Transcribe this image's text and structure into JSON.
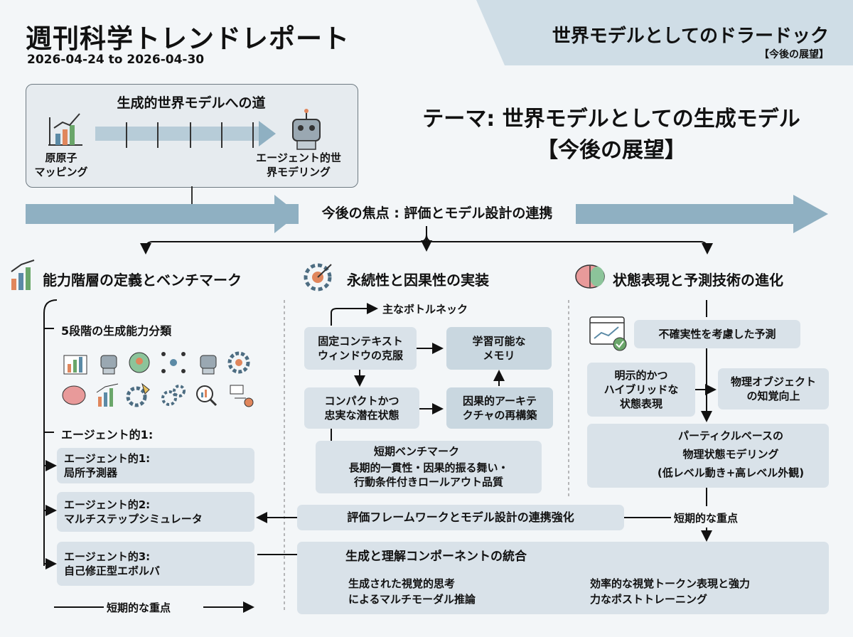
{
  "header": {
    "title": "週刊科学トレンドレポート",
    "date_range": "2026-04-24 to 2026-04-30",
    "corner_title": "世界モデルとしてのドラードック",
    "corner_subtitle": "【今後の展望】"
  },
  "roadmap": {
    "title": "生成的世界モデルへの道",
    "start_label": "原原子\nマッピング",
    "end_label": "エージェント的世\n界モデリング"
  },
  "theme": {
    "line1": "テーマ: 世界モデルとしての生成モデル",
    "line2": "【今後の展望】"
  },
  "focus": "今後の焦点 : 評価とモデル設計の連携",
  "col1": {
    "heading": "能力階層の定義とベンチマーク",
    "classification": "5段階の生成能力分類",
    "agentic_label": "エージェント的1:",
    "levels": [
      "エージェント的1:\n局所予測器",
      "エージェント的2:\nマルチステップシミュレータ",
      "エージェント的3:\n自己修正型エボルバ"
    ],
    "short_term": "短期的な重点"
  },
  "col2": {
    "heading": "永続性と因果性の実装",
    "bottleneck": "主なボトルネック",
    "box_context": "固定コンテキスト\nウィンドウの克服",
    "box_memory": "学習可能な\nメモリ",
    "box_compact": "コンパクトかつ\n忠実な潜在状態",
    "box_causal": "因果的アーキテ\nクチャの再構築",
    "short_bench": "短期ベンチマーク",
    "bench_desc": "長期的一貫性・因果的振る舞い・\n行動条件付きロールアウト品質",
    "eval_link": "評価フレームワークとモデル設計の連携強化"
  },
  "col3": {
    "heading": "状態表現と予測技術の進化",
    "uncertainty": "不確実性を考慮した予測",
    "explicit": "明示的かつ\nハイブリッドな\n状態表現",
    "physical": "物理オブジェクト\nの知覚向上",
    "particle": "パーティクルベースの\n物理状態モデリング\n(低レベル動き+高レベル外観)",
    "short_term": "短期的な重点"
  },
  "integration": {
    "title": "生成と理解コンポーネントの統合",
    "reasoning": "生成された視覚的思考\nによるマルチモーダル推論",
    "tokens": "効率的な視覚トークン表現と強力\n力なポストトレーニング"
  },
  "colors": {
    "arrow": "#8fb0c2",
    "panel": "#d9e2e9",
    "background": "#f3f6f8"
  }
}
